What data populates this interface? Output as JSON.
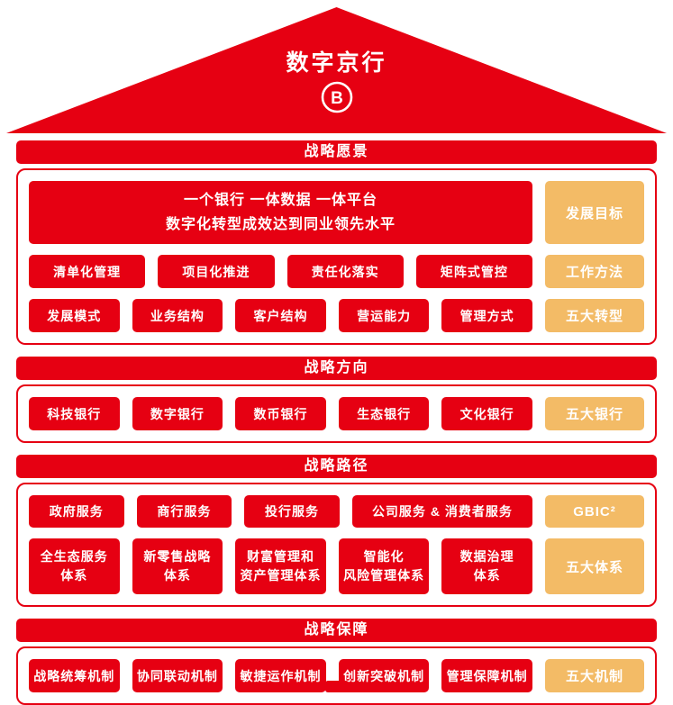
{
  "colors": {
    "red": "#e60012",
    "orange": "#f3bb66"
  },
  "roof": {
    "title": "数字京行",
    "logo": "bank-of-beijing-logo"
  },
  "vision": {
    "header": "战略愿景",
    "goal_line1": "一个银行 一体数据 一体平台",
    "goal_line2": "数字化转型成效达到同业领先水平",
    "goal_tag": "发展目标",
    "methods": [
      "清单化管理",
      "项目化推进",
      "责任化落实",
      "矩阵式管控"
    ],
    "methods_tag": "工作方法",
    "transforms": [
      "发展模式",
      "业务结构",
      "客户结构",
      "营运能力",
      "管理方式"
    ],
    "transforms_tag": "五大转型"
  },
  "direction": {
    "header": "战略方向",
    "banks": [
      "科技银行",
      "数字银行",
      "数币银行",
      "生态银行",
      "文化银行"
    ],
    "banks_tag": "五大银行"
  },
  "path": {
    "header": "战略路径",
    "services": [
      "政府服务",
      "商行服务",
      "投行服务",
      "公司服务 & 消费者服务"
    ],
    "services_tag": "GBIC²",
    "systems": [
      "全生态服务\n体系",
      "新零售战略\n体系",
      "财富管理和\n资产管理体系",
      "智能化\n风险管理体系",
      "数据治理\n体系"
    ],
    "systems_tag": "五大体系"
  },
  "guarantee": {
    "header": "战略保障",
    "mechanisms": [
      "战略统筹机制",
      "协同联动机制",
      "敏捷运作机制",
      "创新突破机制",
      "管理保障机制"
    ],
    "mechanisms_tag": "五大机制"
  }
}
